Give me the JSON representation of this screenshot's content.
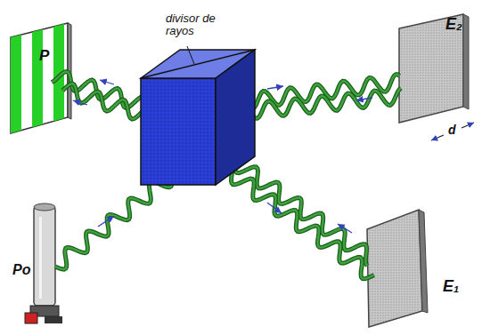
{
  "diagram": {
    "labels": [
      "divisor de rayos",
      "P",
      "E₂",
      "d",
      "Po",
      "E₁"
    ]
  }
}
